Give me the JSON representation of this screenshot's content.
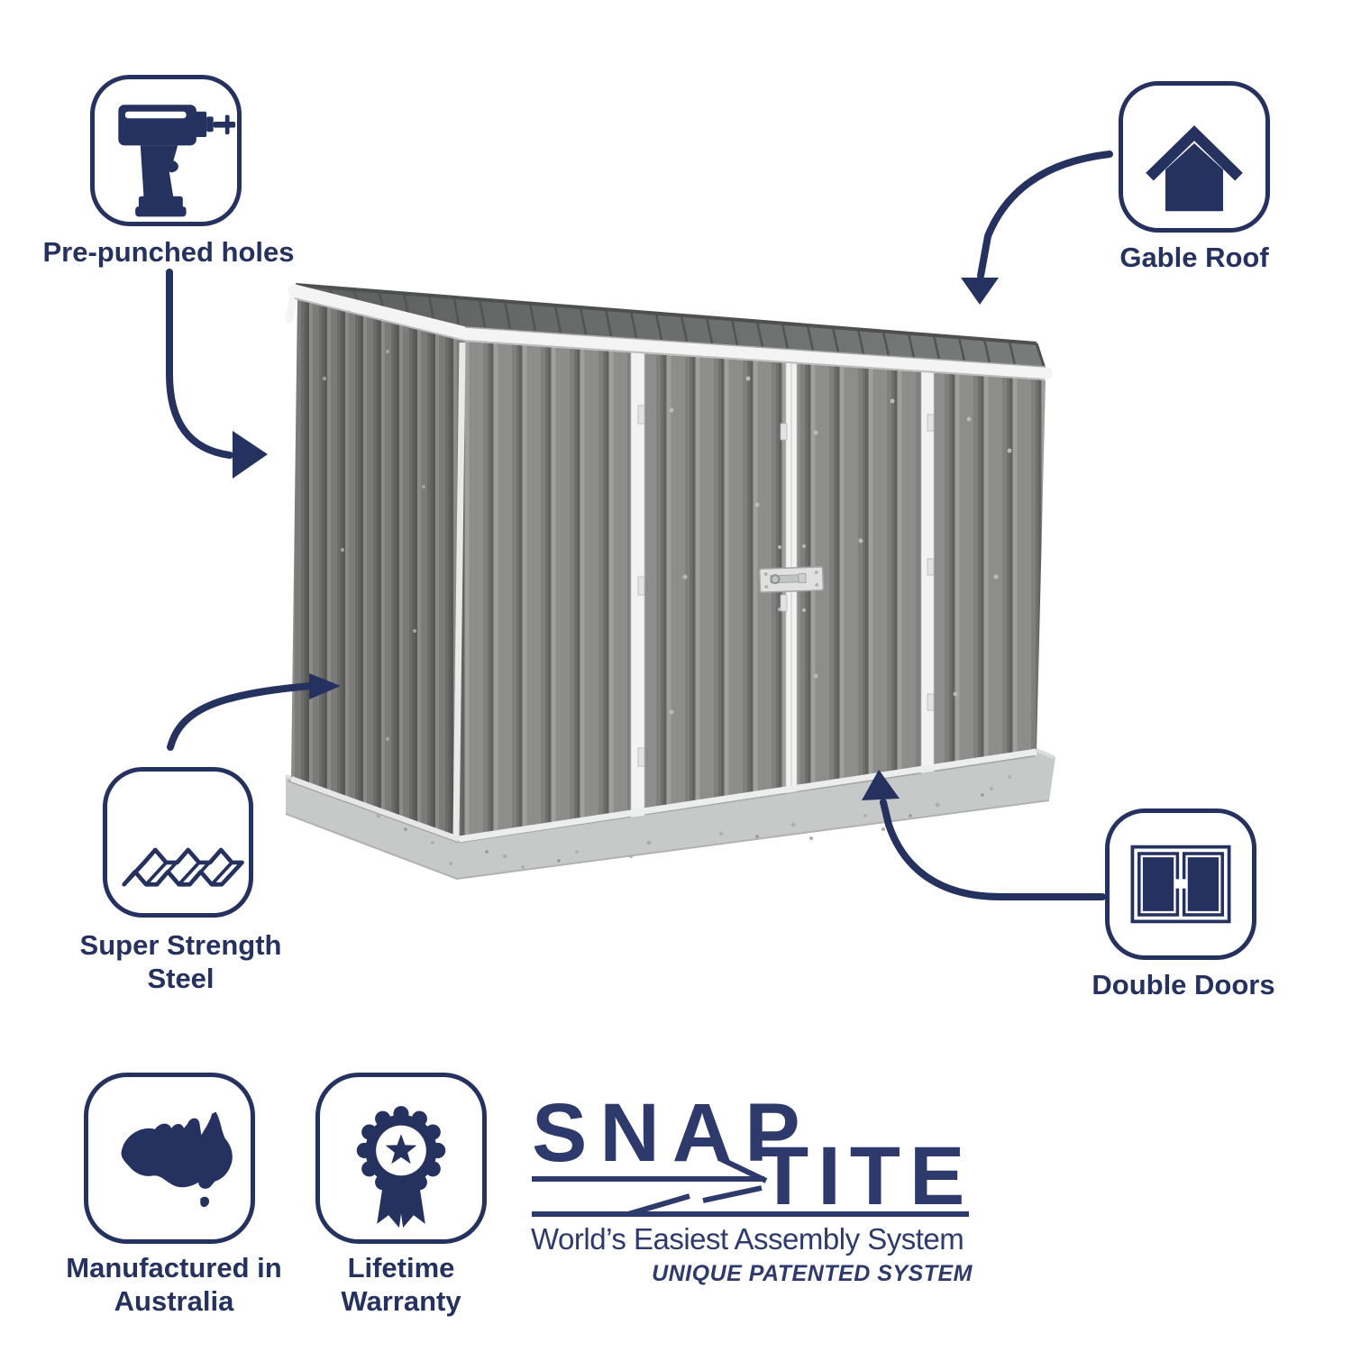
{
  "page": {
    "background": "#ffffff"
  },
  "colors": {
    "navy": "#25315f",
    "logo_navy": "#2e3a6b",
    "shed_front_wall_grey": "#8d8e8c",
    "shed_side_wall_grey": "#828381",
    "shed_roof_grey": "#6b6d6c",
    "shed_trim_white": "#f3f4f3",
    "concrete_base_grey": "#c7c9c8"
  },
  "features": [
    {
      "id": "pre-punched-holes",
      "label": "Pre-punched holes",
      "icon": "drill-icon"
    },
    {
      "id": "gable-roof",
      "label": "Gable Roof",
      "icon": "gable-roof-house-icon"
    },
    {
      "id": "super-strength-steel",
      "label": "Super Strength Steel",
      "icon": "corrugated-steel-sheet-icon"
    },
    {
      "id": "double-doors",
      "label": "Double Doors",
      "icon": "double-doors-icon"
    },
    {
      "id": "manufactured-in-australia",
      "label": "Manufactured in Australia",
      "icon": "australia-map-icon"
    },
    {
      "id": "lifetime-warranty",
      "label": "Lifetime Warranty",
      "icon": "award-rosette-icon"
    }
  ],
  "logo": {
    "wordmark_top": "SNAP",
    "wordmark_bottom": "TITE",
    "tagline": "World’s Easiest Assembly System",
    "patent_line": "UNIQUE PATENTED SYSTEM"
  },
  "illustration": {
    "subject": "grey pent-roof metal garden shed with white trim, double doors and concrete slab base"
  }
}
